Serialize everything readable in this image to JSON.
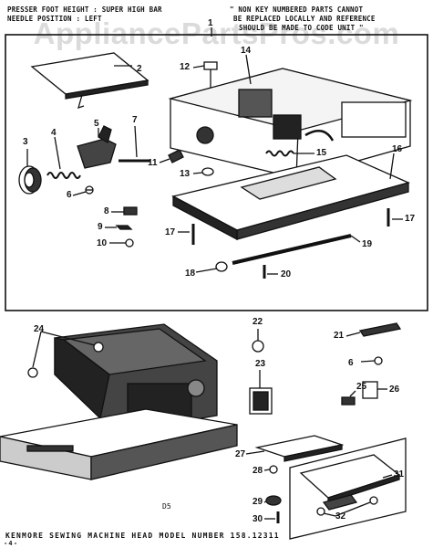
{
  "watermark": "AppliancePartsPros.com",
  "header": {
    "line1_left": "PRESSER FOOT HEIGHT : SUPER HIGH BAR",
    "line2_left": "NEEDLE POSITION : LEFT",
    "note_line1": "\" NON KEY NUMBERED PARTS CANNOT",
    "note_line2": "BE REPLACED LOCALLY AND REFERENCE",
    "note_line3": "SHOULD BE MADE TO CODE UNIT \""
  },
  "callouts": [
    "1",
    "2",
    "3",
    "4",
    "5",
    "6",
    "7",
    "8",
    "9",
    "10",
    "11",
    "12",
    "13",
    "14",
    "15",
    "16",
    "17",
    "17",
    "18",
    "19",
    "20",
    "21",
    "22",
    "23",
    "24",
    "25",
    "26",
    "27",
    "28",
    "29",
    "30",
    "31",
    "32",
    "6"
  ],
  "diagram_code": "D5",
  "footer": {
    "title": "KENMORE SEWING MACHINE HEAD MODEL NUMBER 158.12311",
    "page": "-4-"
  },
  "colors": {
    "ink": "#111111",
    "watermark": "#bebebe",
    "paper": "#ffffff"
  }
}
